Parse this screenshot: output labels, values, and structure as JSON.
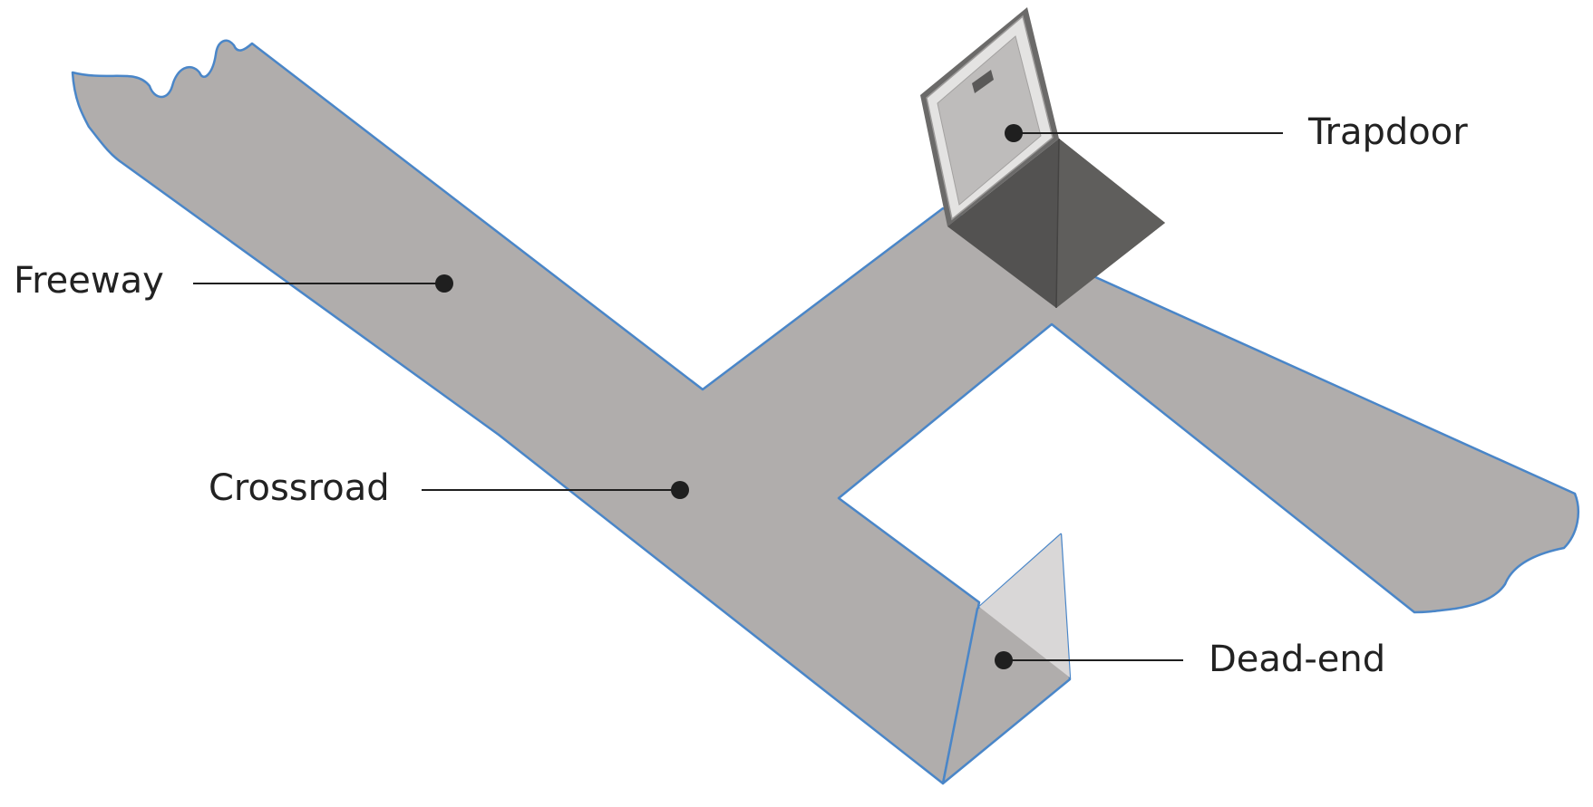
{
  "labels": {
    "trapdoor": "Trapdoor",
    "freeway": "Freeway",
    "crossroad": "Crossroad",
    "dead_end": "Dead-end"
  },
  "colors": {
    "background": "#ffffff",
    "road_fill": "#b0adac",
    "road_edge": "#4a86c8",
    "pit_dark": "#4f4e4d",
    "pit_mid": "#5f5e5c",
    "door_panel": "#bebcbb",
    "door_frame": "#e4e3e2",
    "wall_light": "#d9d7d7",
    "text": "#222222",
    "leader": "#1f1f1f"
  }
}
